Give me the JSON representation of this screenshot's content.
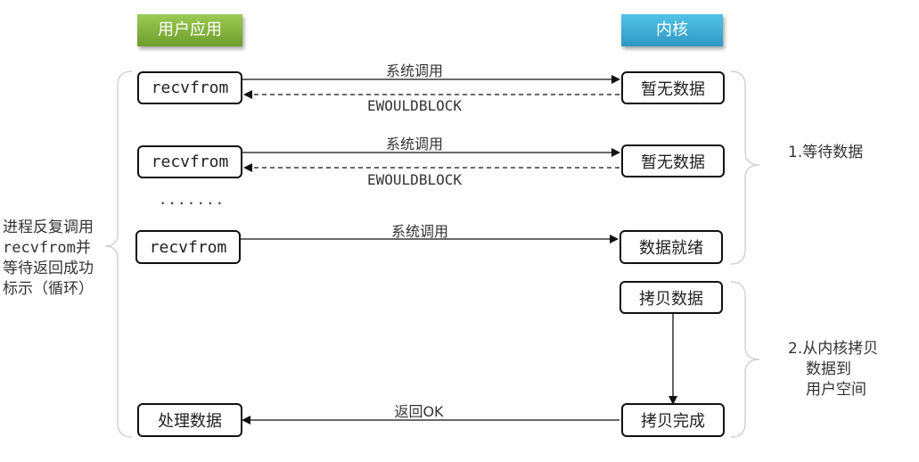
{
  "headers": {
    "user": "用户应用",
    "kernel": "内核"
  },
  "user_boxes": [
    "recvfrom",
    "recvfrom",
    "recvfrom",
    "处理数据"
  ],
  "kernel_boxes": [
    "暂无数据",
    "暂无数据",
    "数据就绪",
    "拷贝数据",
    "拷贝完成"
  ],
  "arrows": {
    "syscall": "系统调用",
    "ewouldblock": "EWOULDBLOCK",
    "return_ok": "返回OK"
  },
  "ellipsis": ".......",
  "left_note": [
    "进程反复调用",
    "recvfrom并",
    "等待返回成功",
    "标示（循环）"
  ],
  "phase1": "1.等待数据",
  "phase2": [
    "2.从内核拷贝",
    "数据到",
    "用户空间"
  ]
}
